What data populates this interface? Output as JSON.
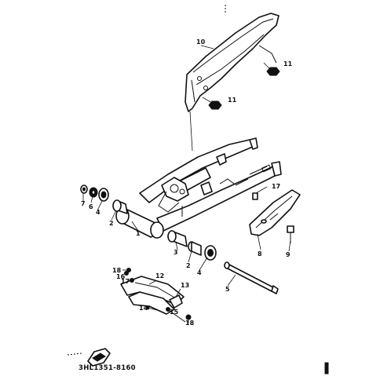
{
  "diagram": {
    "callouts": {
      "c1": "1",
      "c2a": "2",
      "c2b": "2",
      "c3": "3",
      "c4a": "4",
      "c4b": "4",
      "c5": "5",
      "c6": "6",
      "c7": "7",
      "c8": "8",
      "c9": "9",
      "c10": "10",
      "c11a": "11",
      "c11b": "11",
      "c12": "12",
      "c13": "13",
      "c14": "14",
      "c15": "15",
      "c16": "16",
      "c17a": "17",
      "c17b": "17",
      "c18a": "18",
      "c18b": "18"
    },
    "part_number": "3HL1351-8160"
  }
}
